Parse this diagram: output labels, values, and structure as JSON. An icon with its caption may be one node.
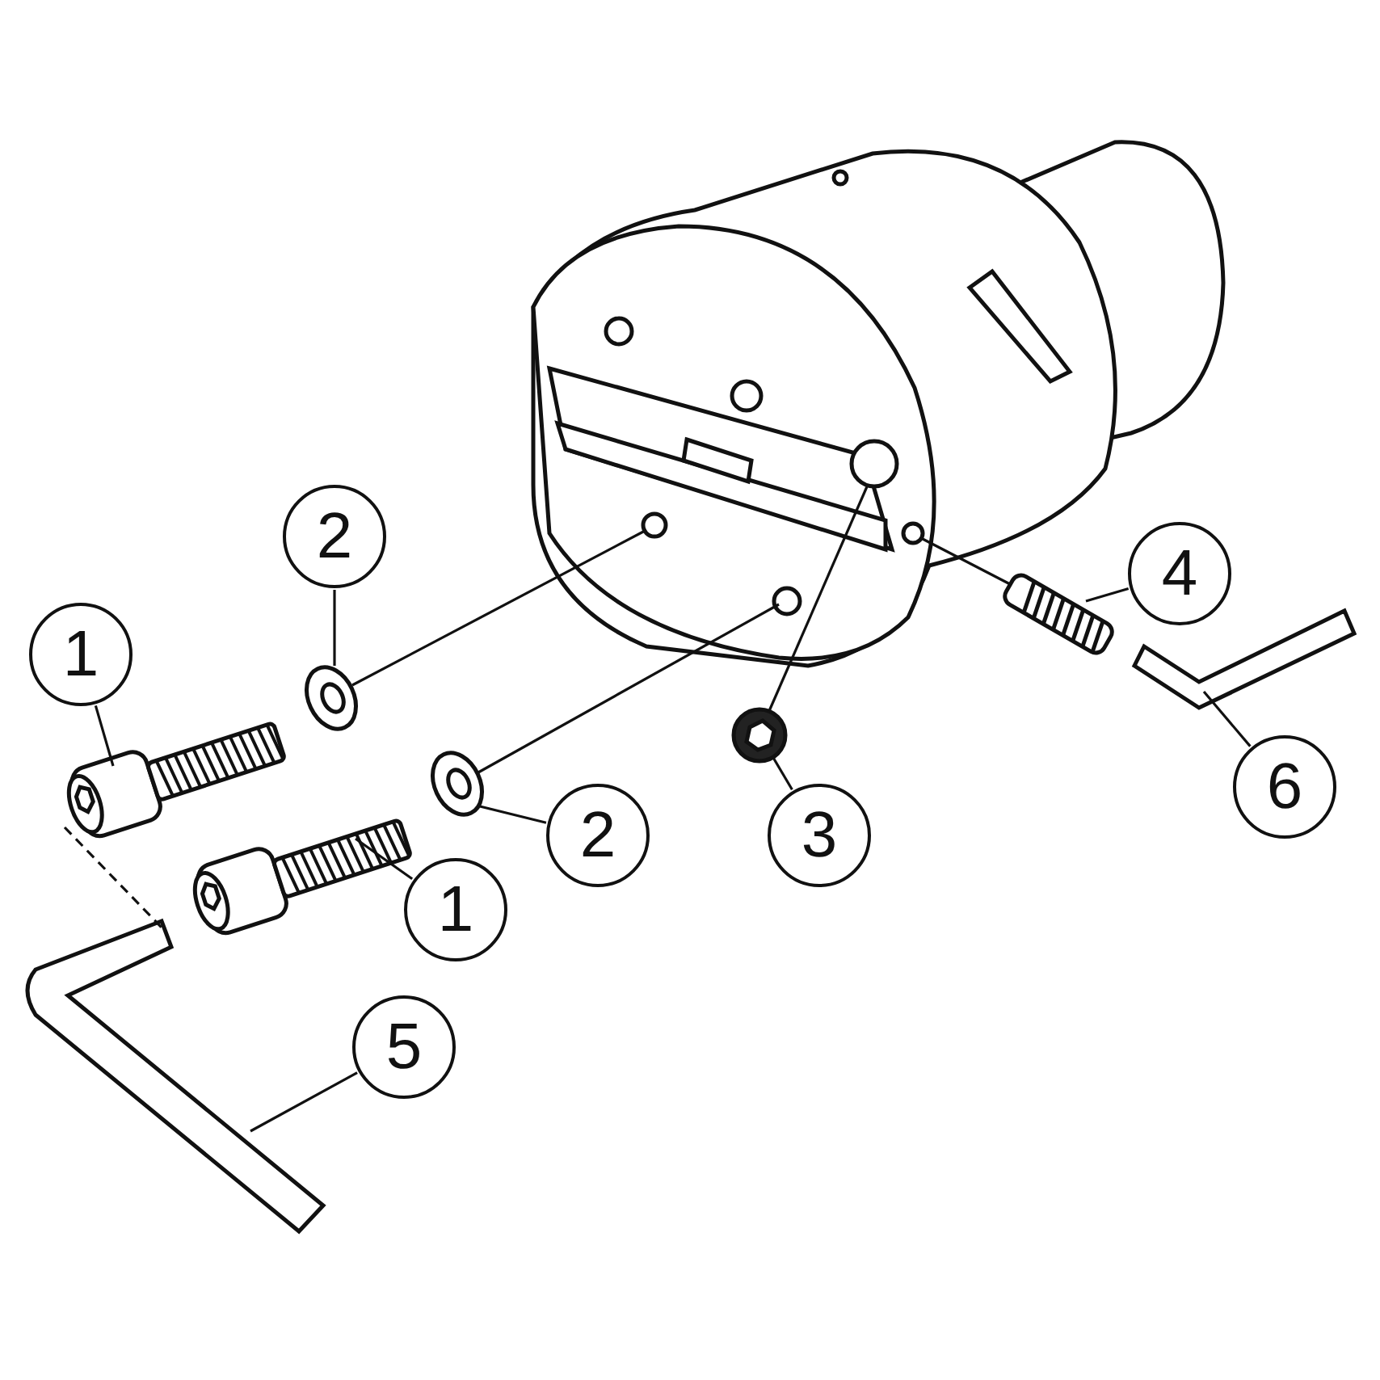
{
  "diagram": {
    "nodes": [
      {
        "text": [],
        "shape": "picture"
      },
      {
        "text": [
          "2"
        ]
      },
      {
        "text": [
          "4"
        ]
      },
      {
        "text": [
          "1"
        ]
      },
      {
        "text": [],
        "shape": "picture"
      },
      {
        "text": [],
        "shape": "picture"
      },
      {
        "text": [],
        "shape": "picture"
      },
      {
        "text": [],
        "shape": "picture"
      },
      {
        "text": [],
        "shape": "picture"
      },
      {
        "text": [
          "6"
        ]
      },
      {
        "text": [],
        "shape": "picture"
      },
      {
        "text": [
          "2"
        ]
      },
      {
        "text": [
          "3"
        ]
      },
      {
        "text": [],
        "shape": "picture"
      },
      {
        "text": [
          "1"
        ]
      },
      {
        "text": [],
        "shape": "picture"
      },
      {
        "text": [
          "5"
        ]
      }
    ],
    "edges": [
      {
        "from": 3,
        "to": 5,
        "arrow": "none"
      },
      {
        "from": 1,
        "to": 4,
        "arrow": "none"
      },
      {
        "from": 2,
        "to": 6,
        "arrow": "none"
      },
      {
        "from": 9,
        "to": 8,
        "arrow": "none"
      },
      {
        "from": 11,
        "to": 10,
        "arrow": "none"
      },
      {
        "from": 12,
        "to": 7,
        "arrow": "none"
      },
      {
        "from": 14,
        "to": 13,
        "arrow": "none"
      },
      {
        "from": 16,
        "to": 15,
        "arrow": "none"
      },
      {
        "from": 4,
        "to": 0,
        "arrow": "none"
      },
      {
        "from": 10,
        "to": 0,
        "arrow": "none"
      },
      {
        "from": 7,
        "to": 0,
        "arrow": "none"
      },
      {
        "from": 6,
        "to": 0,
        "arrow": "none"
      },
      {
        "from": 5,
        "to": 15,
        "arrow": "none",
        "style": "dashed"
      }
    ]
  }
}
